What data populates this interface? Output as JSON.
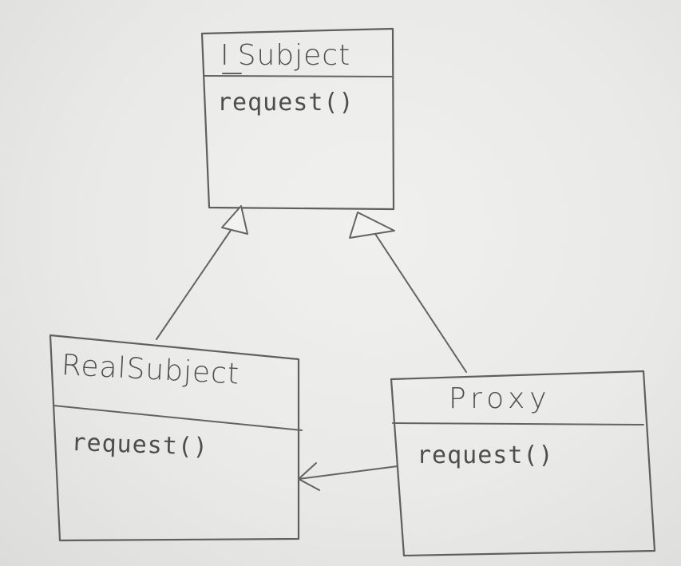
{
  "diagram": {
    "interface": {
      "prefix": "I",
      "name": "Subject",
      "method": "request()"
    },
    "real_subject": {
      "name": "RealSubject",
      "method": "request()"
    },
    "proxy": {
      "name": "Proxy",
      "method": "request()"
    },
    "relations": [
      {
        "from": "RealSubject",
        "to": "ISubject",
        "type": "realization"
      },
      {
        "from": "Proxy",
        "to": "ISubject",
        "type": "realization"
      },
      {
        "from": "Proxy",
        "to": "RealSubject",
        "type": "association"
      }
    ]
  }
}
